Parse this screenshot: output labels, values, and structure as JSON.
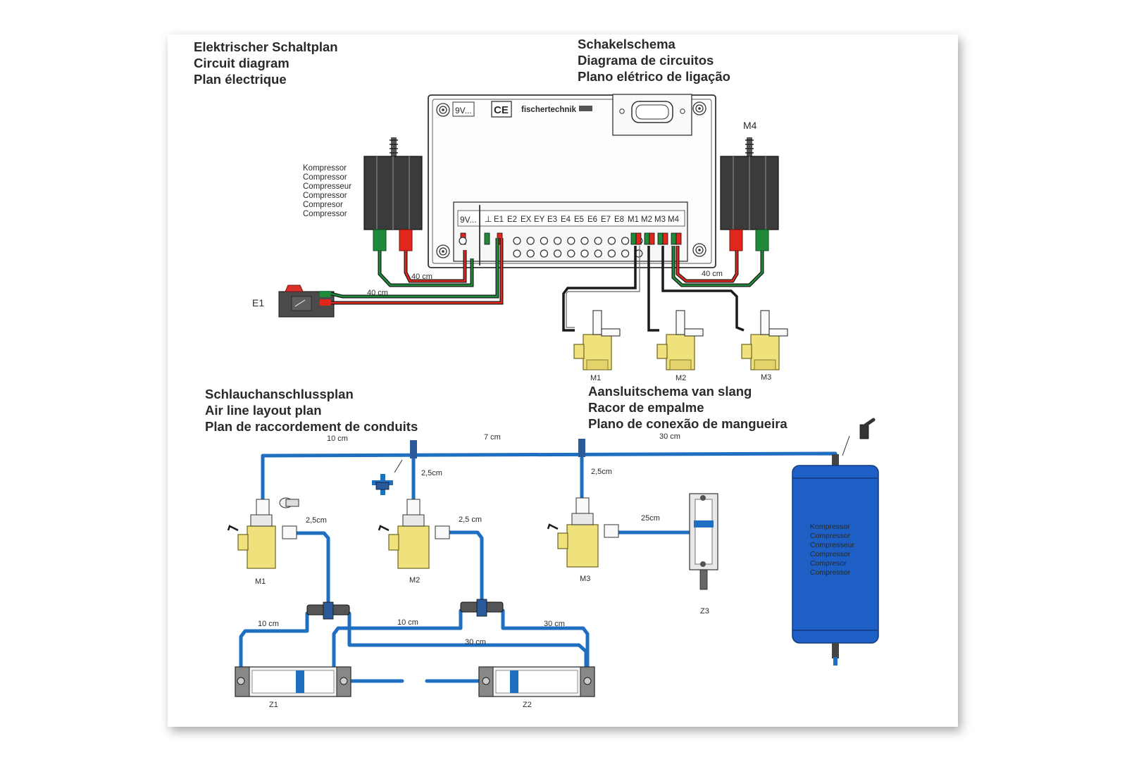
{
  "headings": {
    "circuit_left": [
      "Elektrischer Schaltplan",
      "Circuit diagram",
      "Plan électrique"
    ],
    "circuit_right": [
      "Schakelschema",
      "Diagrama de circuitos",
      "Plano elétrico de ligação"
    ],
    "air_left": [
      "Schlauchanschlussplan",
      "Air line layout plan",
      "Plan de raccordement de conduits"
    ],
    "air_right": [
      "Aansluitschema van slang",
      "Racor de empalme",
      "Plano de conexão de mangueira"
    ]
  },
  "interface": {
    "power_label": "9V...",
    "ce_mark": "CE",
    "brand": "fischertechnik",
    "terminal_power": "9V...",
    "terminal_ground": "⊥",
    "terminals": [
      "E1",
      "E2",
      "EX",
      "EY",
      "E3",
      "E4",
      "E5",
      "E6",
      "E7",
      "E8",
      "M1",
      "M2",
      "M3",
      "M4"
    ]
  },
  "compressor_names": [
    "Kompressor",
    "Compressor",
    "Compresseur",
    "Compressor",
    "Compresor",
    "Compressor"
  ],
  "labels": {
    "m4": "M4",
    "e1": "E1",
    "cable_compressor": "40 cm",
    "cable_e1": "40 cm",
    "cable_m4": "40 cm",
    "valve_m1": "M1",
    "valve_m2": "M2",
    "valve_m3": "M3"
  },
  "air": {
    "len_10cm_top": "10 cm",
    "len_7cm": "7 cm",
    "len_30cm_top": "30 cm",
    "len_2_5_a": "2,5cm",
    "len_2_5_b": "2,5cm",
    "len_2_5_m1": "2,5cm",
    "len_2_5_m2": "2,5 cm",
    "len_25cm": "25cm",
    "len_10cm_left": "10 cm",
    "len_10cm_mid": "10 cm",
    "len_30cm_mid": "30 cm",
    "len_30cm_right": "30 cm",
    "valve_m1": "M1",
    "valve_m2": "M2",
    "valve_m3": "M3",
    "cyl_z1": "Z1",
    "cyl_z2": "Z2",
    "cyl_z3": "Z3"
  },
  "colors": {
    "hose": "#1f6fc0",
    "compressor_body": "#1d5fc4",
    "valve": "#efe27c",
    "wire_red": "#e0261d",
    "wire_green": "#1f8a3a",
    "wire_black": "#1a1a1a"
  }
}
